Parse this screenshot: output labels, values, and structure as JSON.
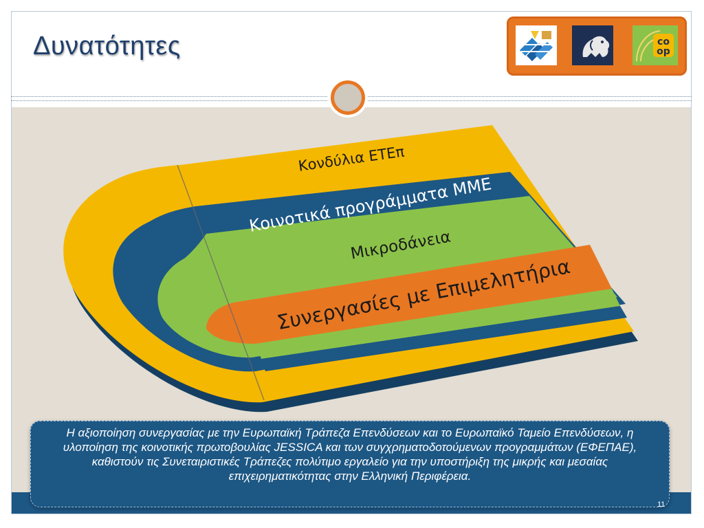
{
  "slide": {
    "title": "Δυνατότητες",
    "page_number": "11"
  },
  "logos": [
    {
      "name": "Ε.Δ.Ε. logo"
    },
    {
      "name": "lion emblem logo"
    },
    {
      "name": "co-op logo",
      "text": "co op"
    }
  ],
  "diagram": {
    "layers": [
      {
        "label": "Κονδύλια ΕΤΕπ",
        "color": "#f5b800"
      },
      {
        "label": "Κοινοτικά προγράμματα ΜΜΕ",
        "color": "#1d5784"
      },
      {
        "label": "Μικροδάνεια",
        "color": "#8bc34a"
      },
      {
        "label": "Συνεργασίες με Επιμελητήρια",
        "color": "#e87722"
      }
    ]
  },
  "callout": {
    "text": "Η αξιοποίηση συνεργασίας  με την Ευρωπαϊκή Τράπεζα Επενδύσεων και το Ευρωπαϊκό Ταμείο Επενδύσεων, η υλοποίηση της κοινοτικής πρωτοβουλίας JESSICA και των συγχρηματοδοτούμενων προγραμμάτων (ΕΦΕΠΑΕ), καθιστούν  τις Συνεταιριστικές Τράπεζες πολύτιμο εργαλείο για την υποστήριξη της μικρής και μεσαίας επιχειρηματικότητας στην Ελληνική Περιφέρεια."
  },
  "colors": {
    "accent_orange": "#e87722",
    "navy": "#1d5784",
    "yellow": "#f5b800",
    "green": "#8bc34a",
    "title": "#1f3f6b"
  }
}
